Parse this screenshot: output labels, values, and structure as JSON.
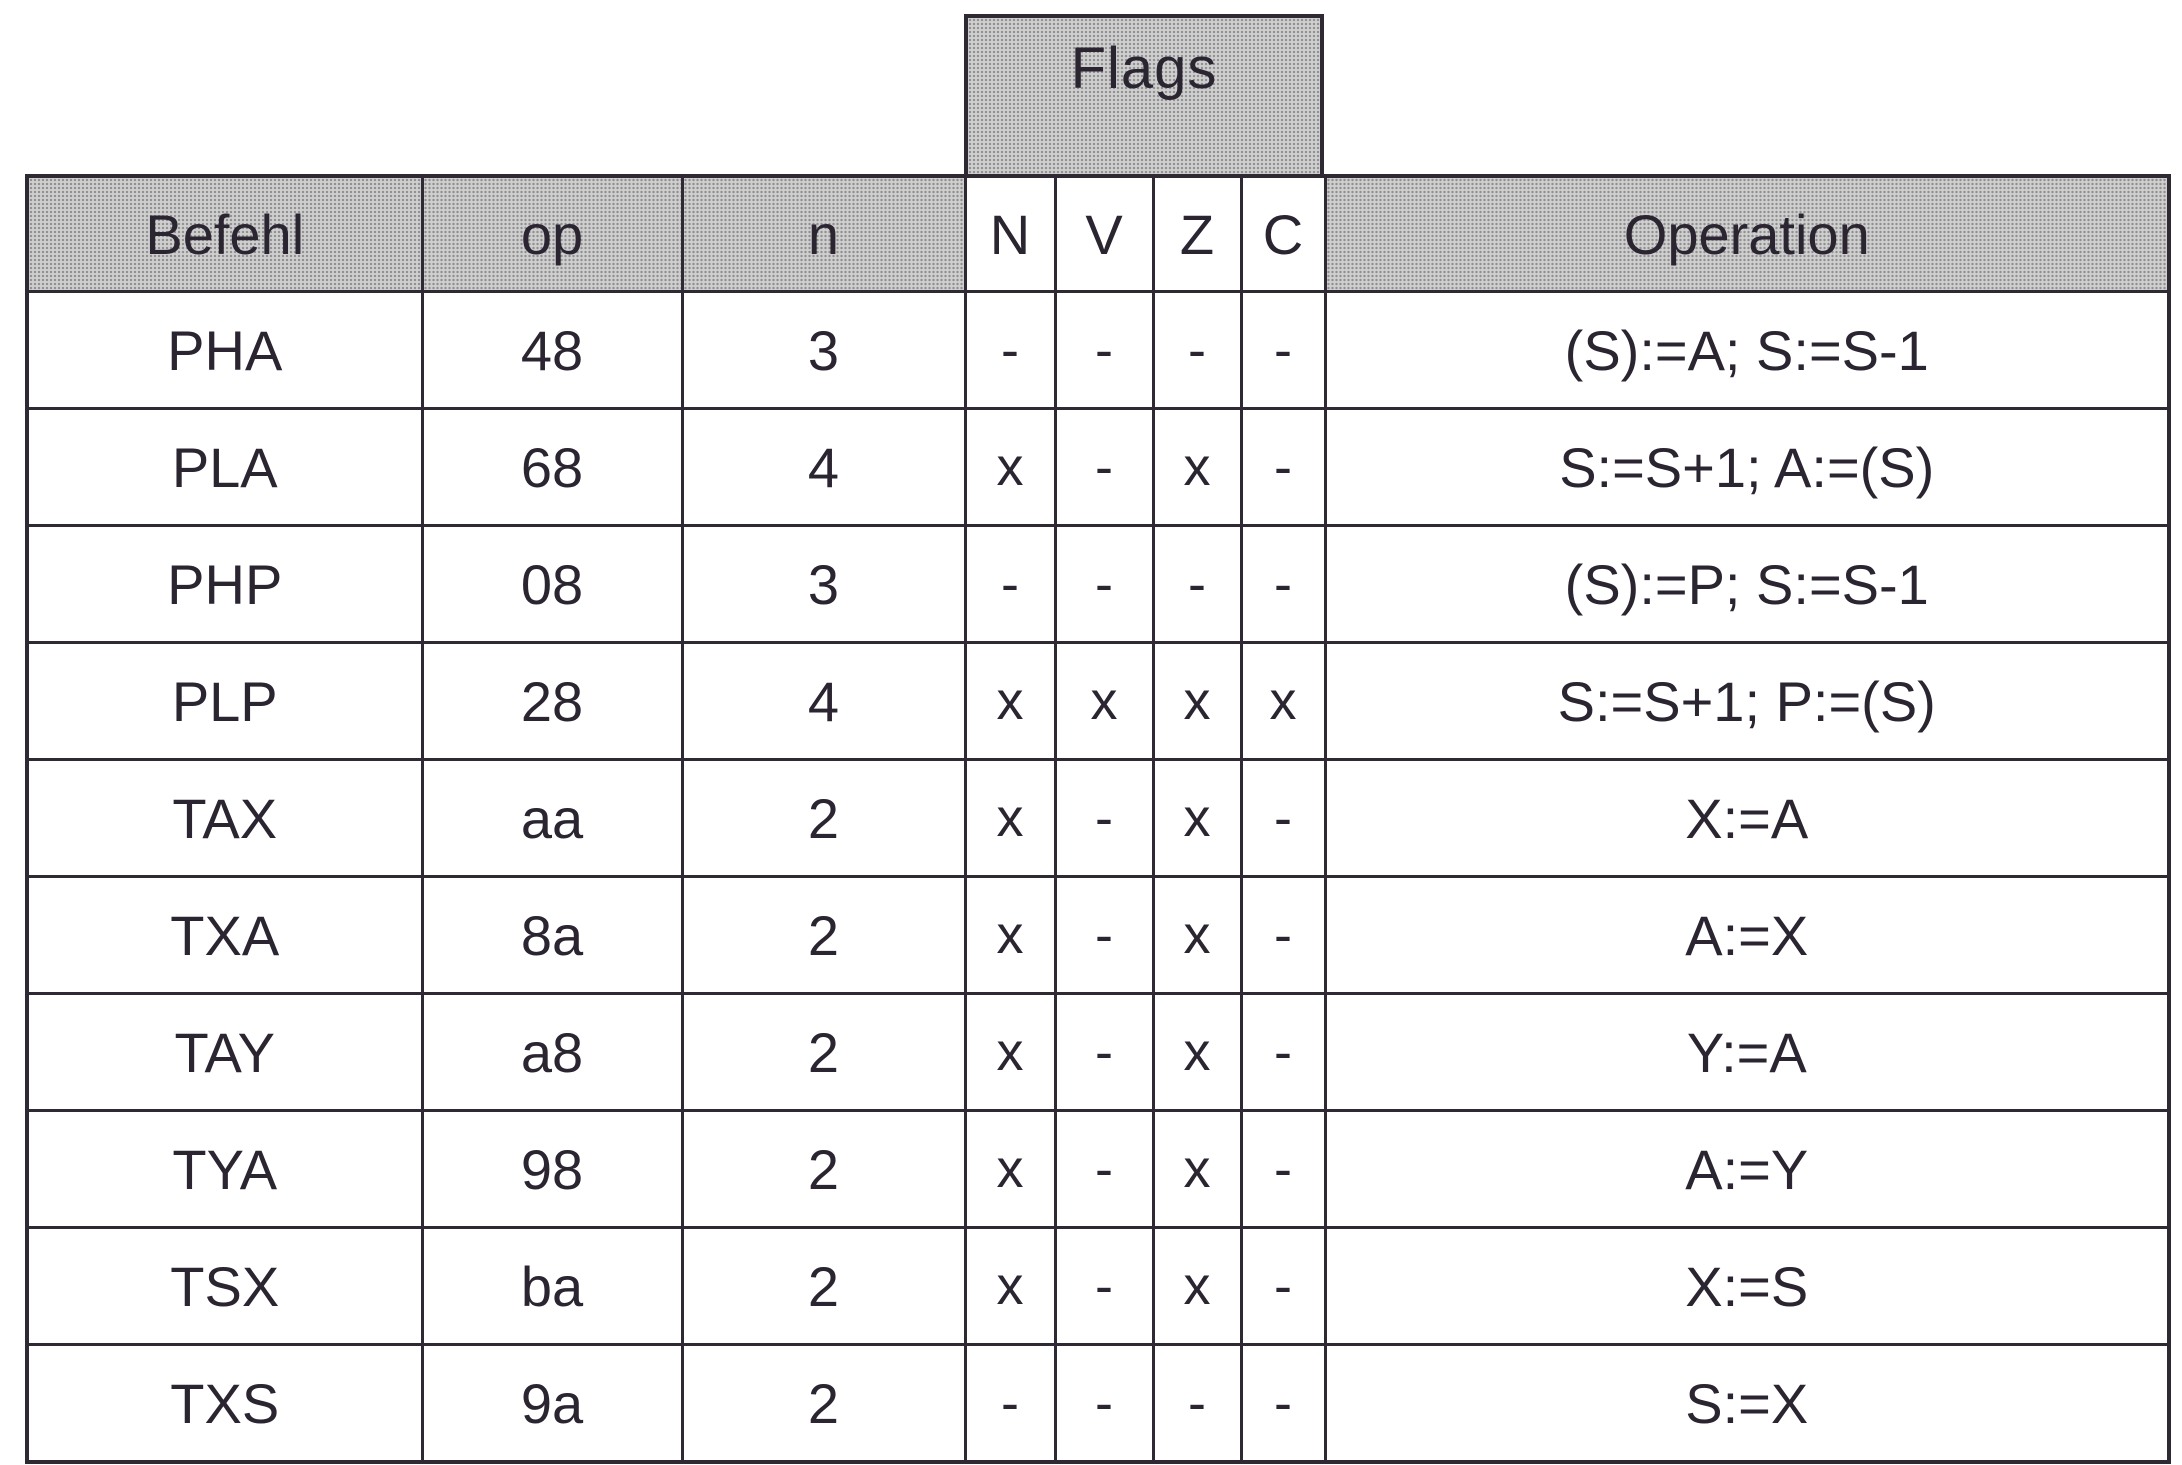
{
  "flags_label": "Flags",
  "headers": {
    "befehl": "Befehl",
    "op": "op",
    "n": "n",
    "flag_n": "N",
    "flag_v": "V",
    "flag_z": "Z",
    "flag_c": "C",
    "operation": "Operation"
  },
  "rows": [
    {
      "befehl": "PHA",
      "op": "48",
      "n": "3",
      "N": "-",
      "V": "-",
      "Z": "-",
      "C": "-",
      "operation": "(S):=A; S:=S-1"
    },
    {
      "befehl": "PLA",
      "op": "68",
      "n": "4",
      "N": "x",
      "V": "-",
      "Z": "x",
      "C": "-",
      "operation": "S:=S+1; A:=(S)"
    },
    {
      "befehl": "PHP",
      "op": "08",
      "n": "3",
      "N": "-",
      "V": "-",
      "Z": "-",
      "C": "-",
      "operation": "(S):=P; S:=S-1"
    },
    {
      "befehl": "PLP",
      "op": "28",
      "n": "4",
      "N": "x",
      "V": "x",
      "Z": "x",
      "C": "x",
      "operation": "S:=S+1; P:=(S)"
    },
    {
      "befehl": "TAX",
      "op": "aa",
      "n": "2",
      "N": "x",
      "V": "-",
      "Z": "x",
      "C": "-",
      "operation": "X:=A"
    },
    {
      "befehl": "TXA",
      "op": "8a",
      "n": "2",
      "N": "x",
      "V": "-",
      "Z": "x",
      "C": "-",
      "operation": "A:=X"
    },
    {
      "befehl": "TAY",
      "op": "a8",
      "n": "2",
      "N": "x",
      "V": "-",
      "Z": "x",
      "C": "-",
      "operation": "Y:=A"
    },
    {
      "befehl": "TYA",
      "op": "98",
      "n": "2",
      "N": "x",
      "V": "-",
      "Z": "x",
      "C": "-",
      "operation": "A:=Y"
    },
    {
      "befehl": "TSX",
      "op": "ba",
      "n": "2",
      "N": "x",
      "V": "-",
      "Z": "x",
      "C": "-",
      "operation": "X:=S"
    },
    {
      "befehl": "TXS",
      "op": "9a",
      "n": "2",
      "N": "-",
      "V": "-",
      "Z": "-",
      "C": "-",
      "operation": "S:=X"
    }
  ]
}
